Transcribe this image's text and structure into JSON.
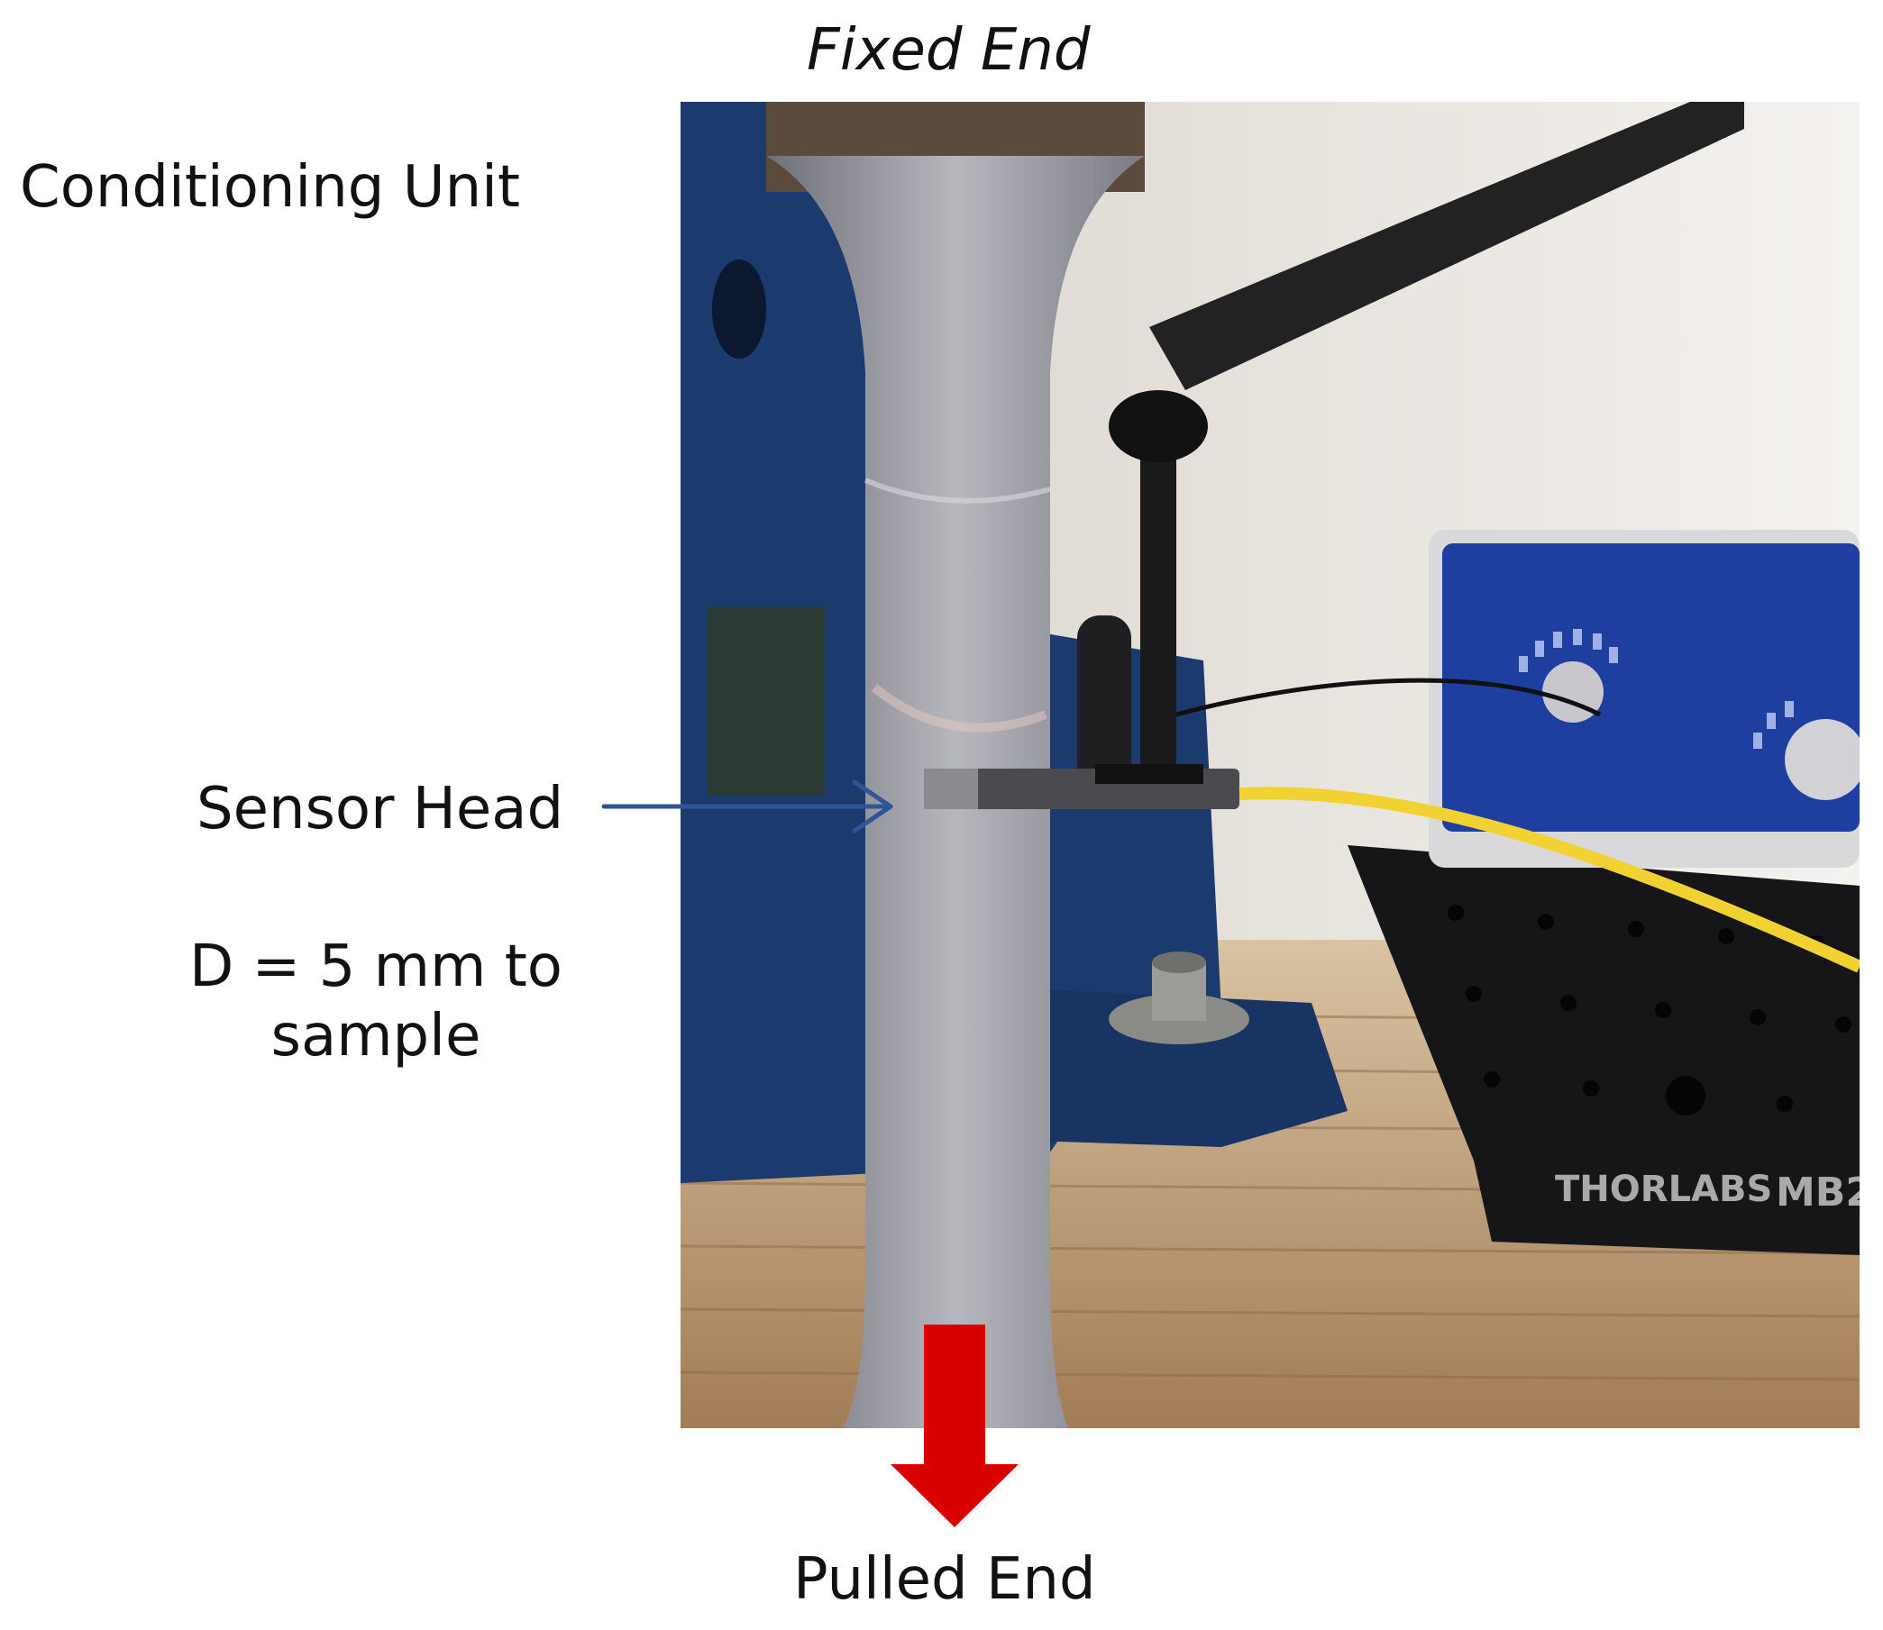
{
  "labels": {
    "fixed_end": "Fixed End",
    "conditioning_unit": "Conditioning Unit",
    "sensor_head": "Sensor Head",
    "distance_line1": "D = 5 mm to",
    "distance_line2": "sample",
    "pulled_end": "Pulled End"
  },
  "photo": {
    "brand_text": "THORLABS",
    "model_text": "MB2"
  },
  "colors": {
    "arrow_blue": "#2f5597",
    "arrow_red": "#d90000",
    "vise_blue": "#1b3a6e",
    "wood": "#b89470",
    "strip": "#8d8f96",
    "cable_yellow": "#f2d233",
    "panel_blue": "#1f3fa0"
  }
}
